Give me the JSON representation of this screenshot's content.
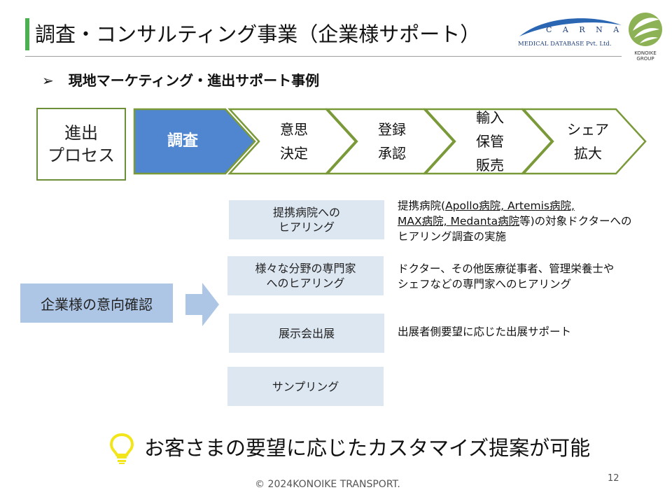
{
  "header": {
    "title": "調査・コンサルティング事業（企業様サポート）",
    "carna_name": "C A R N A",
    "carna_sub": "MEDICAL DATABASE Pvt. Ltd.",
    "konoike_line1": "KONOIKE",
    "konoike_line2": "GROUP"
  },
  "subheading": {
    "bullet": "➢",
    "text": "現地マーケティング・進出サポート事例"
  },
  "process": {
    "label": "進出\nプロセス",
    "steps": [
      {
        "label": "調査",
        "active": true
      },
      {
        "label": "意思\n決定",
        "active": false
      },
      {
        "label": "登録\n承認",
        "active": false
      },
      {
        "label": "輸入\n保管\n販売",
        "active": false
      },
      {
        "label": "シェア\n拡大",
        "active": false
      }
    ]
  },
  "intent": {
    "label": "企業様の意向確認"
  },
  "items": [
    {
      "label": "提携病院への\nヒアリング",
      "desc_line1_a": "提携病院(",
      "desc_line1_u": "Apollo病院, Artemis病院,",
      "desc_line2_u": "MAX病院, Medanta病院",
      "desc_line2_b": "等)の対象ドクターへの",
      "desc_line3": "ヒアリング調査の実施"
    },
    {
      "label": "様々な分野の専門家\nへのヒアリング",
      "desc_line1": "ドクター、その他医療従事者、管理栄養士や",
      "desc_line2": "シェフなどの専門家へのヒアリング"
    },
    {
      "label": "展示会出展",
      "desc_line1": "出展者側要望に応じた出展サポート"
    },
    {
      "label": "サンプリング"
    }
  ],
  "conclusion": "お客さまの要望に応じたカスタマイズ提案が可能",
  "footer": "© 2024KONOIKE TRANSPORT.",
  "page_number": "12",
  "colors": {
    "accent_green": "#4caf50",
    "chevron_border": "#7a9a3a",
    "chevron_active": "#4f86cf",
    "box_light": "#dde7f2",
    "box_intent": "#aec6e6",
    "arrow": "#aec6e6",
    "bulb": "#f2e61b"
  }
}
